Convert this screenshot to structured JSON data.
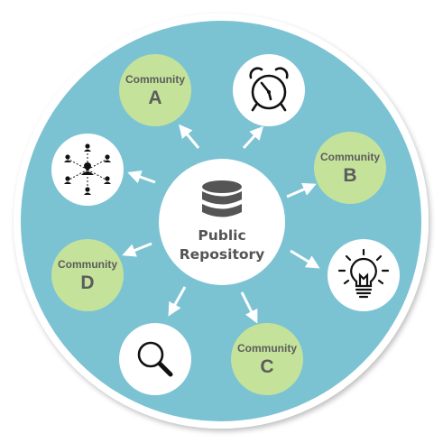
{
  "colors": {
    "ring": "#7bc3d3",
    "community_fill": "#c4e29a",
    "text": "#5c5c5c",
    "icon_stroke": "#111111"
  },
  "center": {
    "icon": "database-icon",
    "line1": "Public",
    "line2": "Repository"
  },
  "communities": [
    {
      "title": "Community",
      "letter": "A"
    },
    {
      "title": "Community",
      "letter": "B"
    },
    {
      "title": "Community",
      "letter": "C"
    },
    {
      "title": "Community",
      "letter": "D"
    }
  ],
  "icons": [
    "alarm-clock-icon",
    "lightbulb-icon",
    "magnifier-icon",
    "network-people-icon"
  ]
}
